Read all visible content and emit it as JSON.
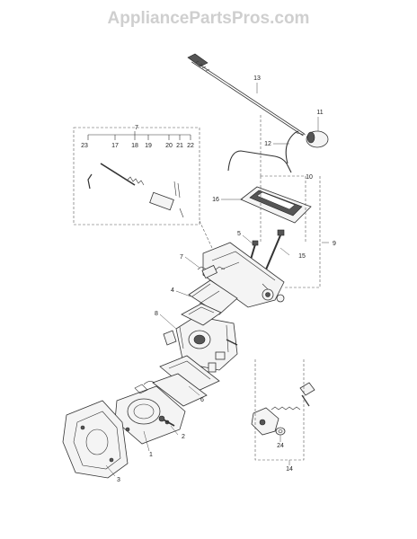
{
  "watermark": "AppliancePartsPros.com",
  "callouts": {
    "c1": "1",
    "c2": "2",
    "c3": "3",
    "c4": "4",
    "c5": "5",
    "c6": "6",
    "c7a": "7",
    "c7b": "7",
    "c8": "8",
    "c9": "9",
    "c10": "10",
    "c11": "11",
    "c12": "12",
    "c13": "13",
    "c14": "14",
    "c15": "15",
    "c16": "16",
    "c17": "17",
    "c18": "18",
    "c19": "19",
    "c20": "20",
    "c21": "21",
    "c22": "22",
    "c23": "23",
    "c24": "24"
  }
}
